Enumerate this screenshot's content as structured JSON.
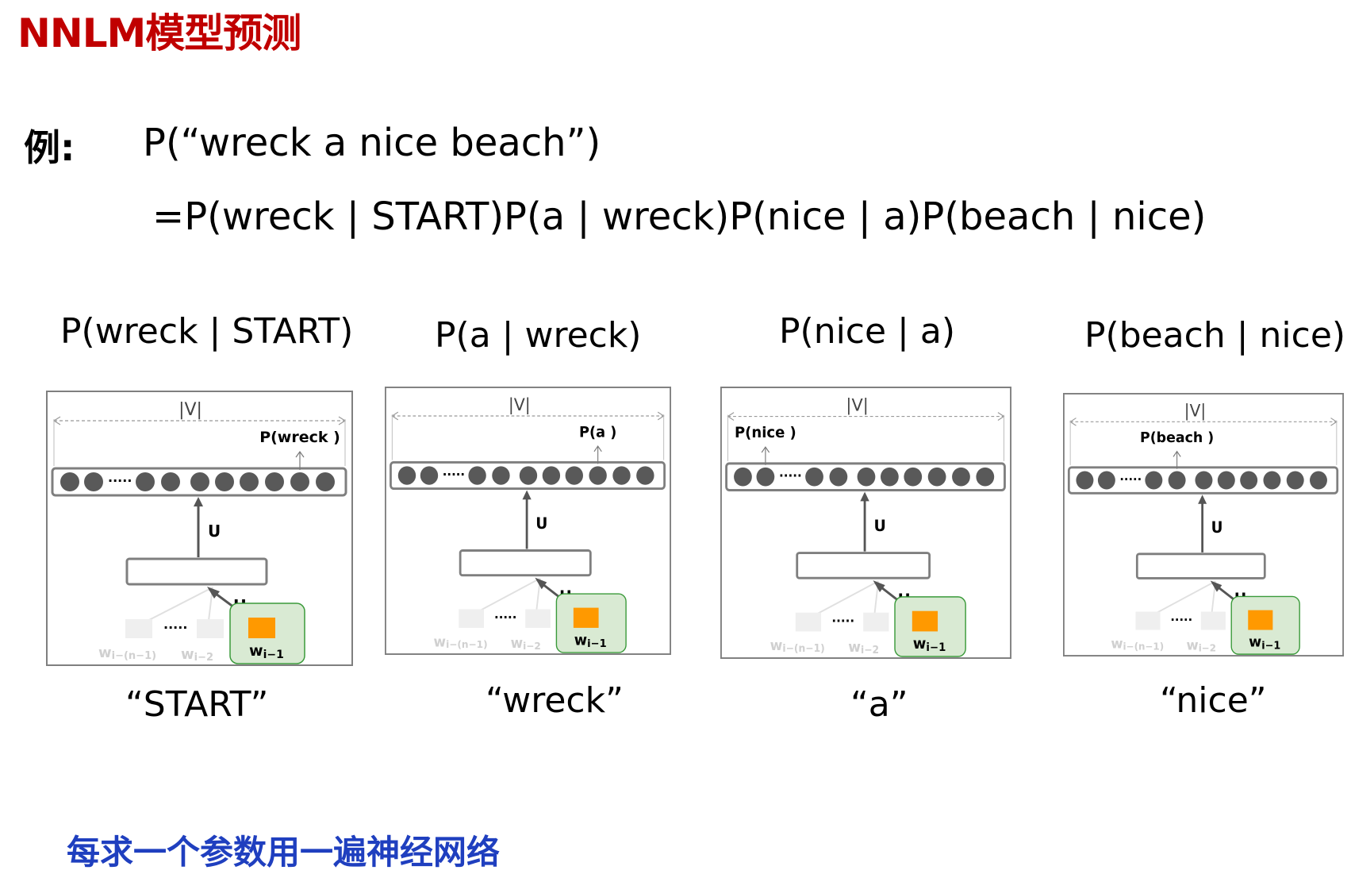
{
  "title": "NNLM模型预测",
  "example": {
    "label": "例:",
    "expression": "P(“wreck a nice beach”)",
    "expansion": "=P(wreck | START)P(a | wreck)P(nice | a)P(beach | nice)"
  },
  "panels": [
    {
      "title": "P(wreck | START)",
      "output_label": "P(wreck )",
      "word": "“START”",
      "highlight": 8
    },
    {
      "title": "P(a | wreck)",
      "output_label": "P(a )",
      "word": "“wreck”",
      "highlight": 7
    },
    {
      "title": "P(nice | a)",
      "output_label": "P(nice )",
      "word": "“a”",
      "highlight": 1
    },
    {
      "title": "P(beach | nice)",
      "output_label": "P(beach )",
      "word": "“nice”",
      "highlight": 3
    }
  ],
  "network": {
    "vocab_label": "|V|",
    "u_label": "U",
    "h_label": "H",
    "input_n": "w",
    "input_n_sub": "i−(n−1)",
    "input_2": "w",
    "input_2_sub": "i−2",
    "input_1": "w",
    "input_1_sub": "i−1",
    "ellipsis": "·····",
    "dots_ellipsis": "·····"
  },
  "footer": "每求一个参数用一遍神经网络",
  "colors": {
    "title": "#c00000",
    "footer": "#1f3fbf",
    "highlight_fill": "#d9ead3",
    "highlight_border": "#3a9a3a",
    "input_square": "#ff9900",
    "neuron": "#595959"
  }
}
